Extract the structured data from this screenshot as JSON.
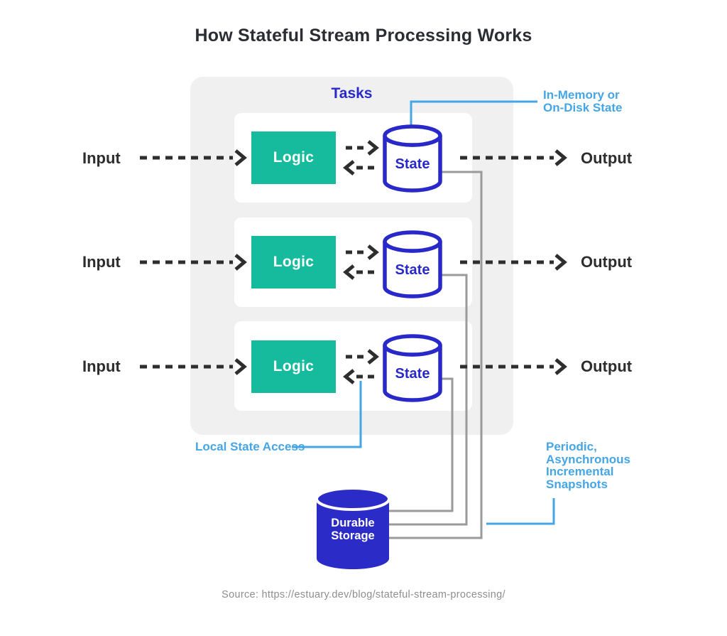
{
  "diagram": {
    "title": "How Stateful Stream Processing Works",
    "tasks_label": "Tasks",
    "rows": [
      {
        "input": "Input",
        "logic": "Logic",
        "state": "State",
        "output": "Output"
      },
      {
        "input": "Input",
        "logic": "Logic",
        "state": "State",
        "output": "Output"
      },
      {
        "input": "Input",
        "logic": "Logic",
        "state": "State",
        "output": "Output"
      }
    ],
    "storage": {
      "label_line1": "Durable",
      "label_line2": "Storage"
    },
    "callouts": {
      "memory_line1": "In-Memory or",
      "memory_line2": "On-Disk State",
      "local_access": "Local State Access",
      "snapshots_line1": "Periodic,",
      "snapshots_line2": "Asynchronous",
      "snapshots_line3": "Incremental",
      "snapshots_line4": "Snapshots"
    },
    "source": "Source: https://estuary.dev/blog/stateful-stream-processing/",
    "colors": {
      "logic_teal": "#16bb9e",
      "state_indigo": "#2929c9",
      "callout_blue": "#45a5e5",
      "snapshot_line_gray": "#9a9a9a",
      "arrow_ink": "#2e2e2e",
      "panel_gray": "#f0f0f1"
    }
  }
}
